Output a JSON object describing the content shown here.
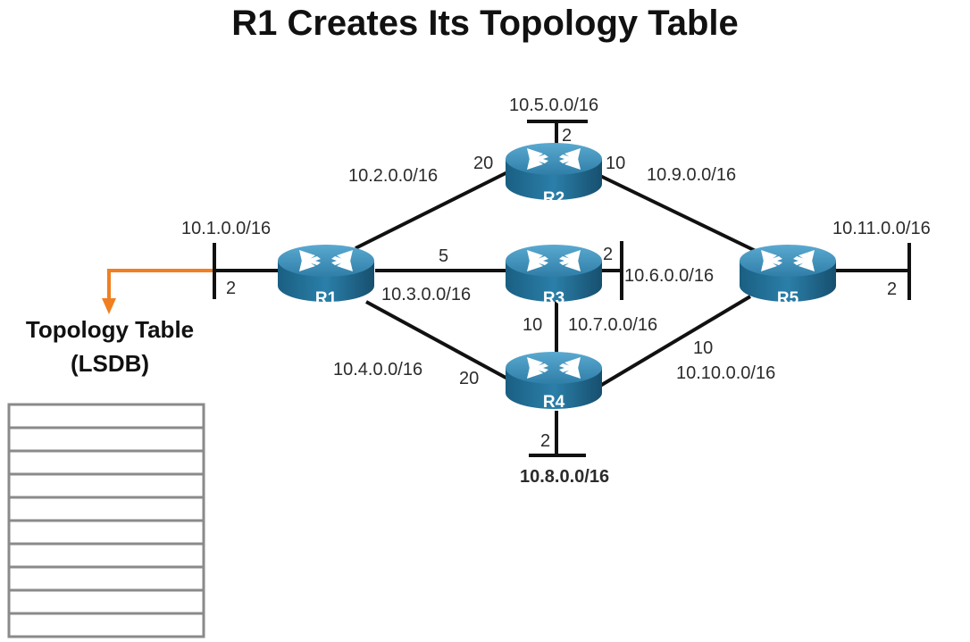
{
  "title": "R1 Creates Its Topology Table",
  "topology_table": {
    "title_line1": "Topology Table",
    "title_line2": "(LSDB)",
    "rows": [
      "",
      "",
      "",
      "",
      "",
      "",
      "",
      "",
      "",
      ""
    ]
  },
  "routers": [
    {
      "id": "r1",
      "label": "R1"
    },
    {
      "id": "r2",
      "label": "R2"
    },
    {
      "id": "r3",
      "label": "R3"
    },
    {
      "id": "r4",
      "label": "R4"
    },
    {
      "id": "r5",
      "label": "R5"
    }
  ],
  "networks": {
    "n1": "10.1.0.0/16",
    "n2": "10.2.0.0/16",
    "n3": "10.3.0.0/16",
    "n4": "10.4.0.0/16",
    "n5": "10.5.0.0/16",
    "n6": "10.6.0.0/16",
    "n7": "10.7.0.0/16",
    "n8": "10.8.0.0/16",
    "n9": "10.9.0.0/16",
    "n10": "10.10.0.0/16",
    "n11": "10.11.0.0/16"
  },
  "costs": {
    "r1_stub": "2",
    "r1_r2": "20",
    "r1_r3": "5",
    "r1_r4": "20",
    "r2_stub": "2",
    "r2_r5": "10",
    "r3_stub": "2",
    "r3_r4": "10",
    "r4_stub": "2",
    "r4_r5": "10",
    "r5_stub": "2"
  },
  "colors": {
    "router_body": "#1f6e95",
    "router_top": "#4a9bc4",
    "arrow": "#f07f22",
    "table_border": "#8a8a8a"
  }
}
